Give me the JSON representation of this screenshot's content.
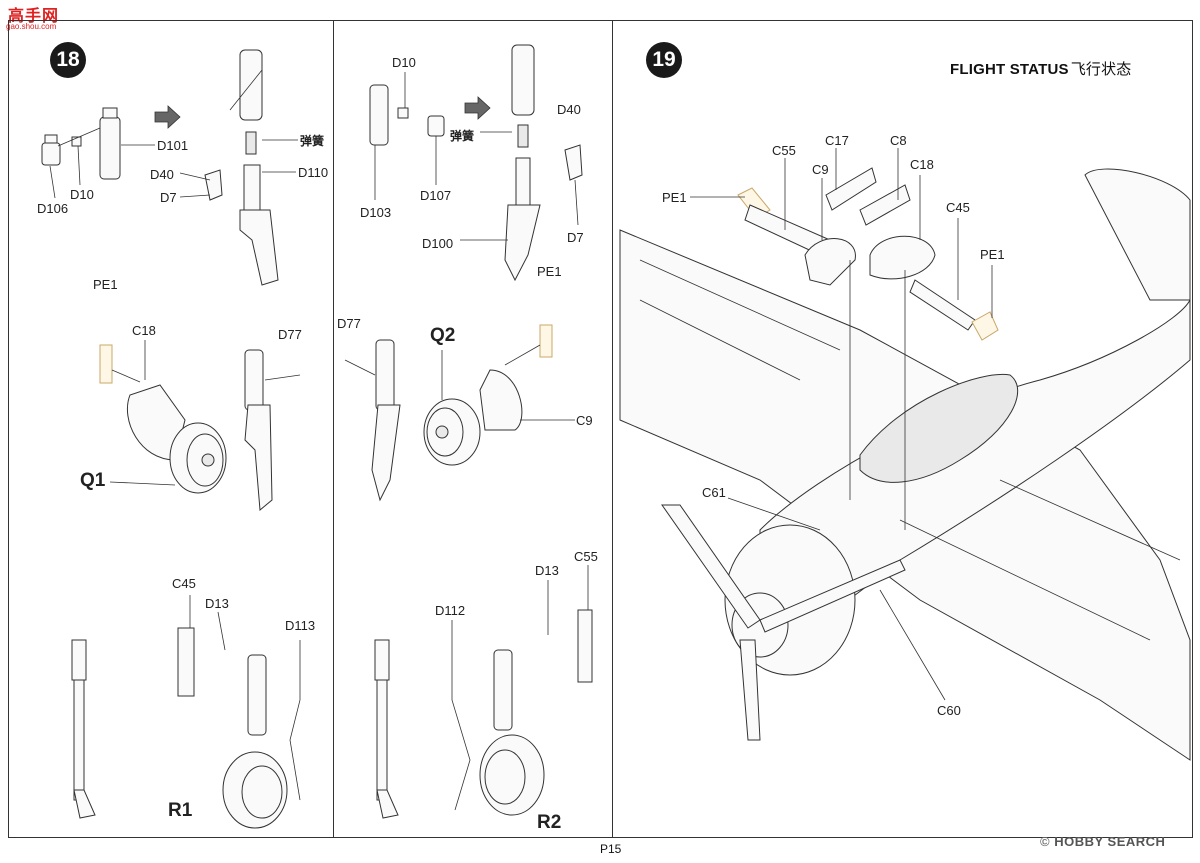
{
  "logo": {
    "text": "高手网",
    "url_text": "gao.shou.com"
  },
  "steps": [
    {
      "number": "18"
    },
    {
      "number": "19",
      "title": "FLIGHT STATUS",
      "title_cn": "飞行状态"
    }
  ],
  "labels18": {
    "D101": "D101",
    "D10a": "D10",
    "D106": "D106",
    "D40a": "D40",
    "D7a": "D7",
    "spring_a": "弹簧",
    "D110": "D110",
    "PE1a": "PE1",
    "C18": "C18",
    "D77a": "D77",
    "Q1": "Q1",
    "C45": "C45",
    "D13a": "D13",
    "D113": "D113",
    "R1": "R1",
    "D10b": "D10",
    "D103": "D103",
    "D107": "D107",
    "spring_b": "弹簧",
    "D40b": "D40",
    "D7b": "D7",
    "D100": "D100",
    "PE1b": "PE1",
    "D77b": "D77",
    "Q2": "Q2",
    "C9": "C9",
    "D13b": "D13",
    "C55": "C55",
    "D112": "D112",
    "R2": "R2"
  },
  "labels19": {
    "C55": "C55",
    "C17": "C17",
    "C8": "C8",
    "C9": "C9",
    "C18": "C18",
    "PE1a": "PE1",
    "C45": "C45",
    "PE1b": "PE1",
    "C61": "C61",
    "C60": "C60"
  },
  "footer": {
    "page": "P15",
    "watermark_brand": "HOBBY SEARCH",
    "watermark_mark": "©"
  }
}
